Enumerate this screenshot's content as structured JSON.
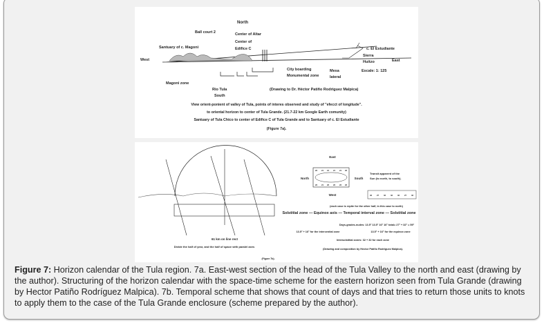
{
  "figure_7a": {
    "labels": {
      "north": "North",
      "ball_court": "Ball court  2",
      "center_altar": "Center of  Altar",
      "center_edifice": "Center of",
      "center_edifice_2": "Edifice  C",
      "santuary_magoni": "Santuary of c. Magoni",
      "el_estudiante": "c. El Estudiante",
      "west": "West",
      "sierra": "Sierra",
      "huitzo": "Huitzo",
      "east": "East",
      "city_boarding": "City boarding",
      "monumental_zone": "Monumental zone",
      "mesa": "Mesa",
      "lateral": "lateral",
      "escale": "Escale: 1: 125",
      "magoni_zone": "Magoni zone",
      "rio_tula": "Rio Tula",
      "south": "South",
      "drawing_credit": "(Drawing to  Dr. Héctor Patiño Rodriguez Malpica)"
    },
    "description_lines": [
      "View orient-ponient of valley of  Tula, points of interes observed and study of  \"efecct of longitude\".",
      "to oriental  horizon to center of Tula Grande.  (21.7-22 km  Google Earth comunity)",
      "Santuary  of Tula Chico to center of  Edifice  C of Tula Grande and to Santuary of c.  El Estudiante"
    ],
    "figure_label": "(Figure 7a)."
  },
  "figure_7b": {
    "left": {
      "distance": "61 km on line rect",
      "note": "Divide the half of year, and the half of space with paralel axes"
    },
    "grid": {
      "east": "East",
      "west": "West",
      "north": "North",
      "south": "South",
      "top_row": [
        "22",
        "21",
        "21",
        "21",
        "21",
        "22"
      ],
      "bottom_row": [
        "22",
        "21",
        "22",
        "22",
        "22",
        "22"
      ]
    },
    "transit_1": "Transit apparent of the",
    "transit_2": "Sun (to north, to south).",
    "strip_cells": [
      "32",
      "27",
      "32",
      "32",
      "32",
      "27",
      "32"
    ],
    "note_each_case": "(each case is repite for the other half, in this case to north)",
    "zones_line": "Solstitial zone — Equinox axis — Temporal interval zone — Solstitial zone",
    "days_line": "Days-grades-nudes:   13.5°  13.5°  16°  16°  total= 27° + 32° = 59°",
    "intercenital_line": "13.5° + 16° for the intercenital zone",
    "equinox_line": "13.5° + 16° for the equinox zone",
    "intersolstitial_line": "Intersolstitial zones: 32 + 32  for each zone",
    "credit": "(Drawing  and composition by Hector Patiño Rodriguez Malpica).",
    "figure_label": "(Figure 7b)."
  },
  "caption": {
    "label": "Figure 7:",
    "text": " Horizon calendar of the Tula region. 7a. East-west section of the head of the Tula Valley to the north and east (drawing by the author). Structuring of the horizon calendar with the space-time scheme for the eastern horizon seen from Tula Grande (drawing by Hector Patiño Rodríguez Malpica). 7b. Temporal scheme that shows that count of days and that tries to return those units to knots to apply them to the case of the Tula Grande enclosure (scheme prepared by the author)."
  }
}
